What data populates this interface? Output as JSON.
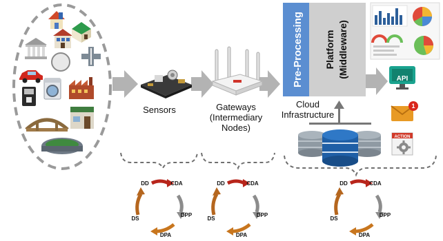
{
  "labels": {
    "sensors": "Sensors",
    "gateways": "Gateways\n(Intermediary\nNodes)",
    "cloud": "Cloud\nInfrastructure",
    "preprocessing": "Pre-Processing",
    "platform_line1": "Platform",
    "platform_line2": "(Middleware)",
    "api": "API",
    "action": "ACTION",
    "mail_badge": "1"
  },
  "cycles": [
    {
      "dd": "DD",
      "cda": "CDA",
      "dpp": "DPP",
      "dpa": "DPA",
      "ds": "DS"
    },
    {
      "dd": "DD",
      "cda": "CDA",
      "dpp": "DPP",
      "dpa": "DPA",
      "ds": "DS"
    },
    {
      "dd": "DD",
      "cda": "CDA",
      "dpp": "DPP",
      "dpa": "DPA",
      "ds": "DS"
    }
  ],
  "colors": {
    "arrow_gray": "#b3b3b3",
    "preprocessing_bg": "#5b8ed1",
    "platform_bg": "#cfcfcf",
    "db_blue": "#1f5fa6",
    "db_gray": "#8f9aa3",
    "cycle_red": "#b8251b",
    "cycle_gray": "#8c8c8c",
    "cycle_orange": "#c8761e",
    "cycle_brown": "#b5661e",
    "api_teal": "#1aa38f",
    "mail_orange": "#e89a25"
  },
  "icons": [
    "house-icon",
    "building-icon",
    "bank-icon",
    "compass-icon",
    "road-sign-icon",
    "car-icon",
    "washing-machine-icon",
    "factory-icon",
    "coffee-machine-icon",
    "bridge-icon",
    "shop-icon",
    "stadium-icon",
    "sensor-board-icon",
    "router-icon",
    "database-icon",
    "dashboard-icon",
    "api-monitor-icon",
    "mail-icon",
    "action-gear-icon"
  ]
}
